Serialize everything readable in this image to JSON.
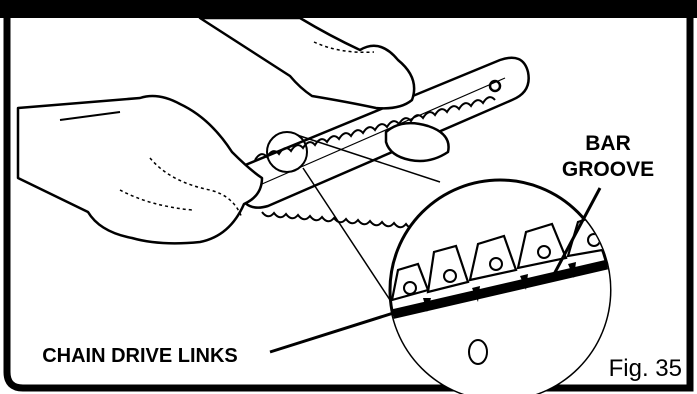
{
  "labels": {
    "bar_groove_line1": "BAR",
    "bar_groove_line2": "GROOVE",
    "chain_drive_links": "CHAIN DRIVE LINKS",
    "figure_number": "Fig. 35"
  },
  "colors": {
    "ink": "#000000",
    "paper": "#ffffff"
  }
}
